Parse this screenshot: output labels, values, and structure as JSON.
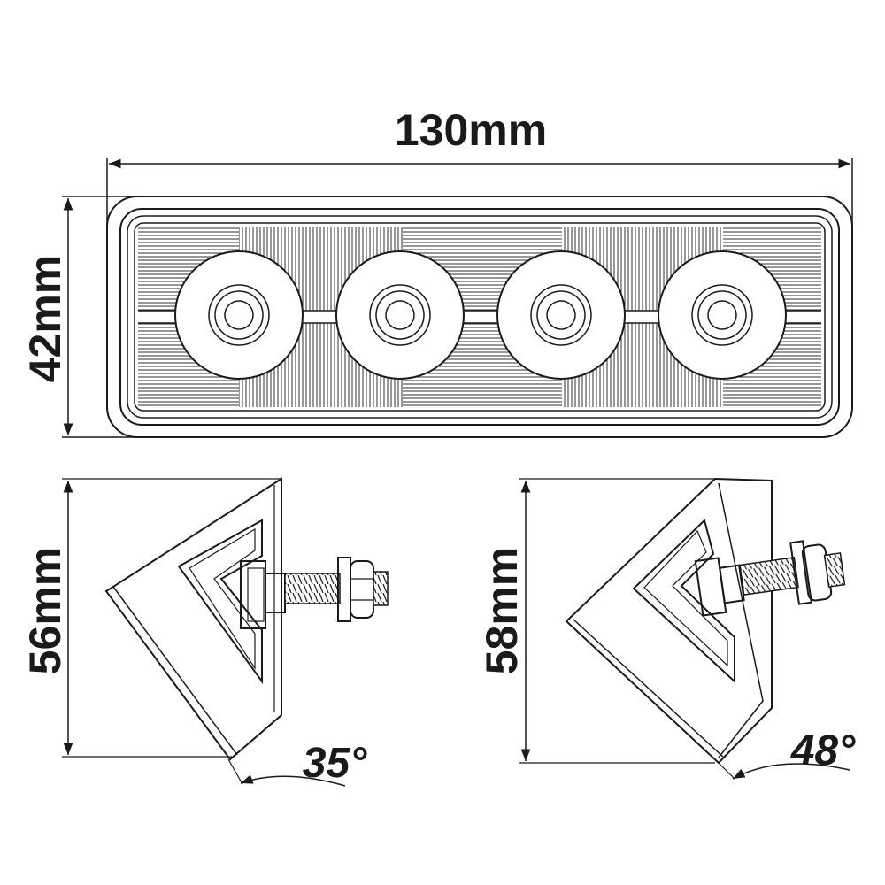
{
  "dimensions": {
    "width": "130mm",
    "height": "42mm",
    "bracket_left_height": "56mm",
    "bracket_right_height": "58mm",
    "angle_left": "35°",
    "angle_right": "48°"
  },
  "lamp": {
    "led_count": 4
  },
  "colors": {
    "line": "#1a1a1a",
    "background": "#ffffff"
  }
}
